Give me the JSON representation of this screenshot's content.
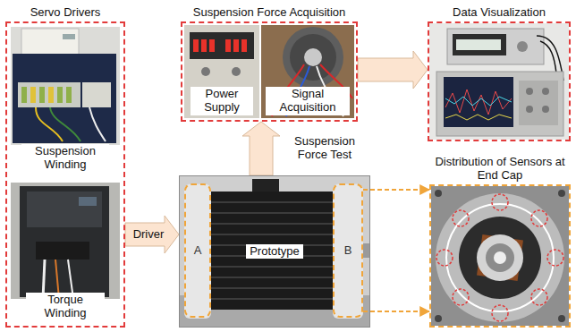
{
  "diagram": {
    "nodes": [
      {
        "text": [
          "Servo Drivers"
        ]
      },
      {
        "text": [
          "Suspension Winding"
        ],
        "in": 0
      },
      {
        "text": [
          "Torque Winding"
        ],
        "in": 0
      },
      {
        "text": [
          "Suspension Force Acquisition"
        ]
      },
      {
        "text": [
          "Power Supply"
        ],
        "in": 3
      },
      {
        "text": [
          "Signal Acquisition"
        ],
        "in": 3
      },
      {
        "text": [
          "Data Visualization"
        ]
      },
      {
        "text": [
          "Prototype"
        ]
      },
      {
        "text": [
          "A"
        ],
        "in": 7
      },
      {
        "text": [
          "B"
        ],
        "in": 7
      },
      {
        "text": [
          "Distribution of Sensors at End Cap"
        ]
      }
    ],
    "edges": [
      {
        "from": 0,
        "to": 7,
        "label": "Driver",
        "arrow": "to"
      },
      {
        "from": 7,
        "to": 3,
        "label": "Suspension Force Test",
        "arrow": "to"
      },
      {
        "from": 3,
        "to": 6,
        "arrow": "to"
      },
      {
        "from": 9,
        "to": 10,
        "arrow": "to"
      },
      {
        "from": 9,
        "to": 10,
        "arrow": "to"
      }
    ]
  }
}
